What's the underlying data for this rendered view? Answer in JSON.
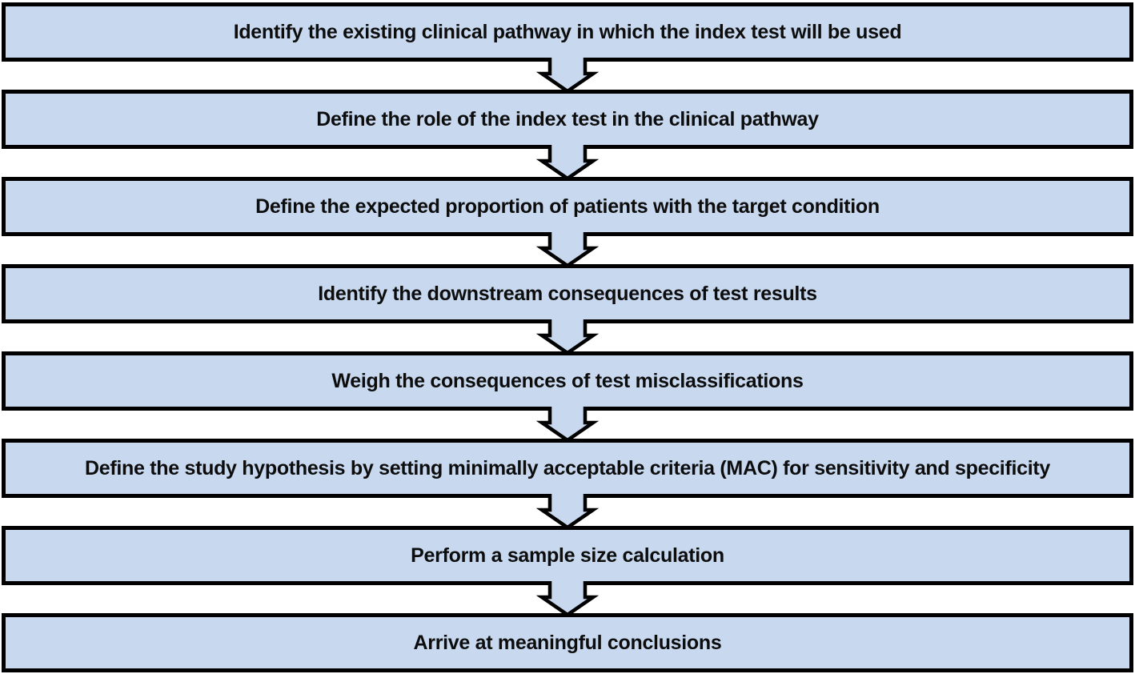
{
  "flowchart": {
    "steps": [
      {
        "label": "Identify the existing clinical pathway in which the index test will be used"
      },
      {
        "label": "Define the role of the index test in the clinical pathway"
      },
      {
        "label": "Define the expected proportion of patients with the target condition"
      },
      {
        "label": "Identify the downstream consequences of test results"
      },
      {
        "label": "Weigh the consequences of test misclassifications"
      },
      {
        "label": "Define the study hypothesis by setting minimally acceptable criteria (MAC) for sensitivity and specificity"
      },
      {
        "label": "Perform a sample size calculation"
      },
      {
        "label": "Arrive at meaningful conclusions"
      }
    ],
    "connector_icon": "down-arrow-icon",
    "colors": {
      "box_fill": "#c7d8ef",
      "box_border": "#000000",
      "text": "#0d0d0d",
      "background": "#ffffff"
    }
  }
}
